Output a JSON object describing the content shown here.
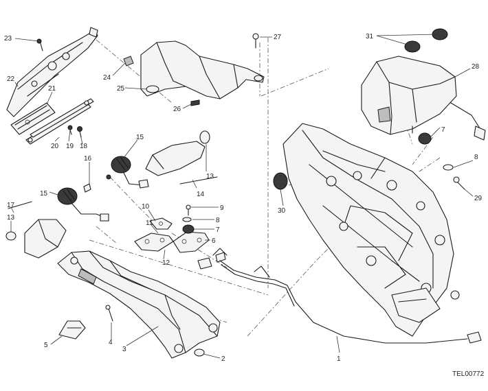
{
  "callouts": [
    {
      "id": "c23",
      "label": "23"
    },
    {
      "id": "c22",
      "label": "22"
    },
    {
      "id": "c21",
      "label": "21"
    },
    {
      "id": "c20",
      "label": "20"
    },
    {
      "id": "c19",
      "label": "19"
    },
    {
      "id": "c18",
      "label": "18"
    },
    {
      "id": "c24",
      "label": "24"
    },
    {
      "id": "c25",
      "label": "25"
    },
    {
      "id": "c26",
      "label": "26"
    },
    {
      "id": "c27",
      "label": "27"
    },
    {
      "id": "c31",
      "label": "31"
    },
    {
      "id": "c28",
      "label": "28"
    },
    {
      "id": "c15a",
      "label": "15"
    },
    {
      "id": "c16",
      "label": "16"
    },
    {
      "id": "c13a",
      "label": "13"
    },
    {
      "id": "c14",
      "label": "14"
    },
    {
      "id": "c15b",
      "label": "15"
    },
    {
      "id": "c17",
      "label": "17"
    },
    {
      "id": "c13b",
      "label": "13"
    },
    {
      "id": "c10",
      "label": "10"
    },
    {
      "id": "c11",
      "label": "11"
    },
    {
      "id": "c12",
      "label": "12"
    },
    {
      "id": "c9",
      "label": "9"
    },
    {
      "id": "c8a",
      "label": "8"
    },
    {
      "id": "c7a",
      "label": "7"
    },
    {
      "id": "c6",
      "label": "6"
    },
    {
      "id": "c7b",
      "label": "7"
    },
    {
      "id": "c8b",
      "label": "8"
    },
    {
      "id": "c29",
      "label": "29"
    },
    {
      "id": "c30",
      "label": "30"
    },
    {
      "id": "c5",
      "label": "5"
    },
    {
      "id": "c4",
      "label": "4"
    },
    {
      "id": "c3",
      "label": "3"
    },
    {
      "id": "c2",
      "label": "2"
    },
    {
      "id": "c1",
      "label": "1"
    }
  ],
  "drawing_code": "TEL00772"
}
